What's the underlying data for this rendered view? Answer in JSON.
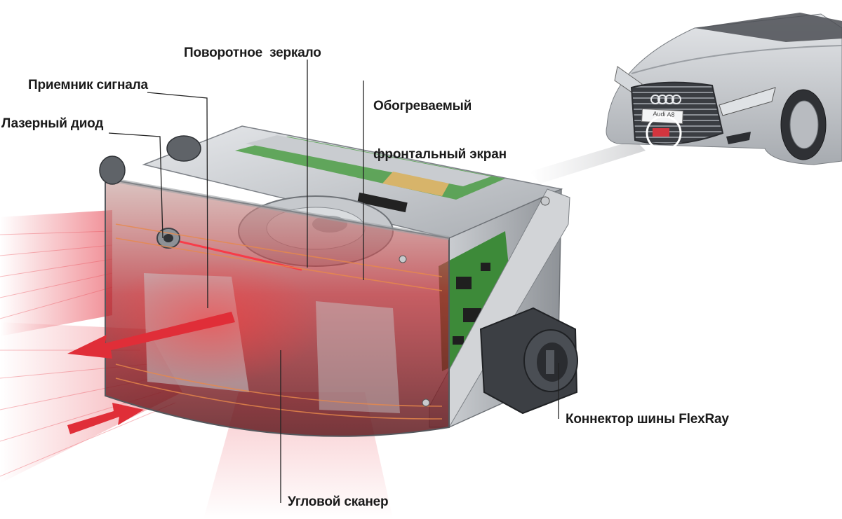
{
  "labels": {
    "rotating_mirror": "Поворотное  зеркало",
    "signal_receiver": "Приемник сигнала",
    "laser_diode": "Лазерный диод",
    "heated_screen_line1": "Обогреваемый",
    "heated_screen_line2": "фронтальный экран",
    "flexray_connector": "Коннектор шины FlexRay",
    "angular_scanner": "Угловой сканер"
  },
  "car": {
    "badge_text": "Audi A8"
  },
  "colors": {
    "laser_red": "#e0303a",
    "metal_gray": "#b9bcc0",
    "pcb_green": "#3f8f3c",
    "connector_dark": "#3c3f44",
    "leader_line": "#222222"
  }
}
